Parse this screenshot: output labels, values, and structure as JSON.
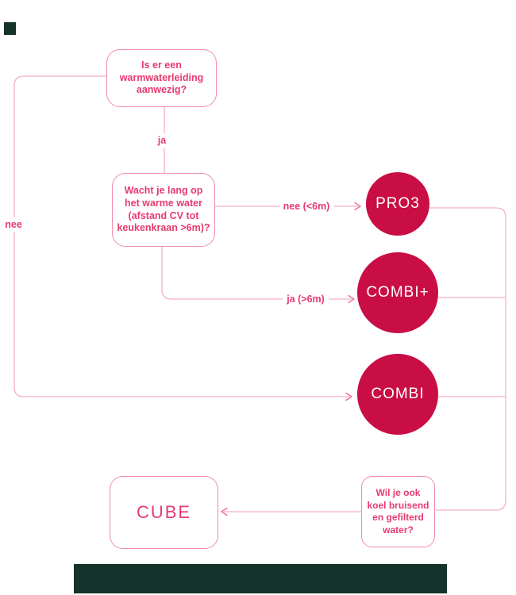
{
  "colors": {
    "background": "#FFFFFF",
    "accent_pink": "#E73A6F",
    "circle_fill": "#C90D45",
    "circle_text": "#FFFFFF",
    "box_border": "#F18CAD",
    "line_pink": "#F3AFC8",
    "arrow_pink": "#ED6E9B",
    "dark_green": "#14332B"
  },
  "flowchart": {
    "question1": {
      "line1": "Is er een",
      "line2": "warmwaterleiding",
      "line3": "aanwezig?"
    },
    "label_ja": "ja",
    "question2": {
      "line1": "Wacht je lang op",
      "line2": "het warme water",
      "line3": "(afstand CV tot",
      "line4": "keukenkraan >6m)?"
    },
    "label_nee_short": "nee (<6m)",
    "label_ja_long": "ja (>6m)",
    "label_nee": "nee",
    "node_pro3": "PRO3",
    "node_combi_plus": "COMBI+",
    "node_combi": "COMBI",
    "node_cube": "CUBE",
    "question3": {
      "line1": "Wil je ook",
      "line2": "koel bruisend",
      "line3": "en gefilterd",
      "line4": "water?"
    }
  }
}
